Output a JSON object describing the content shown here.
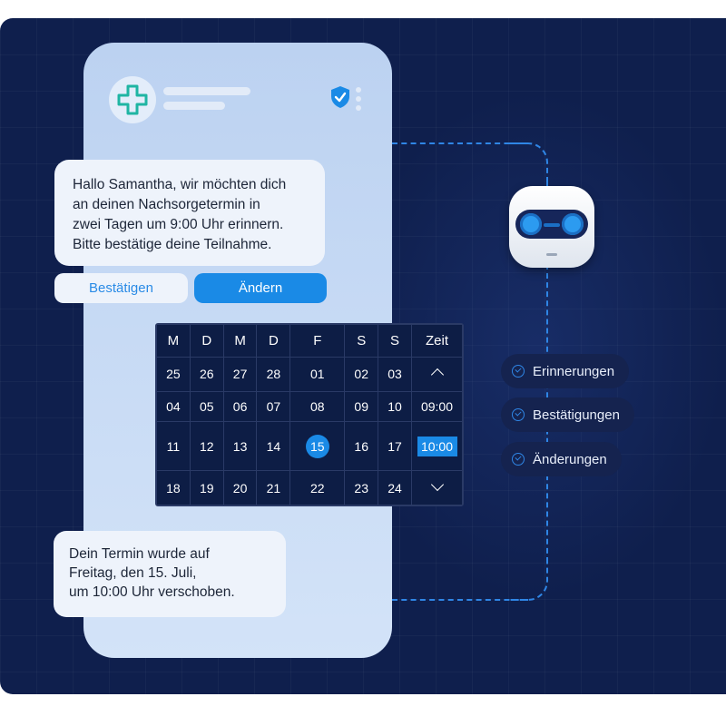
{
  "chat": {
    "message_lines": [
      "Hallo Samantha, wir möchten dich",
      "an deinen Nachsorgetermin in",
      "zwei Tagen um 9:00 Uhr erinnern.",
      "Bitte bestätige deine Teilnahme."
    ],
    "confirm_label": "Bestätigen",
    "change_label": "Ändern",
    "reply_lines": [
      "Dein Termin wurde auf",
      "Freitag, den 15. Juli,",
      "um 10:00 Uhr verschoben."
    ]
  },
  "calendar": {
    "headers": [
      "M",
      "D",
      "M",
      "D",
      "F",
      "S",
      "S",
      "Zeit"
    ],
    "rows": [
      [
        "25",
        "26",
        "27",
        "28",
        "01",
        "02",
        "03"
      ],
      [
        "04",
        "05",
        "06",
        "07",
        "08",
        "09",
        "10"
      ],
      [
        "11",
        "12",
        "13",
        "14",
        "15",
        "16",
        "17"
      ],
      [
        "18",
        "19",
        "20",
        "21",
        "22",
        "23",
        "24"
      ]
    ],
    "times": [
      "09:00",
      "10:00"
    ],
    "selected_day": "15",
    "selected_time": "10:00"
  },
  "features": [
    "Erinnerungen",
    "Bestätigungen",
    "Änderungen"
  ],
  "icons": {
    "logo": "medical-cross-icon",
    "security": "shield-check-icon",
    "menu": "more-vertical-icon",
    "assistant": "robot-icon",
    "feature_check": "check-circle-icon",
    "time_up": "chevron-up-icon",
    "time_down": "chevron-down-icon"
  },
  "colors": {
    "background": "#0f1f4d",
    "accent": "#1a8ae6",
    "logo": "#1fb5a3"
  }
}
